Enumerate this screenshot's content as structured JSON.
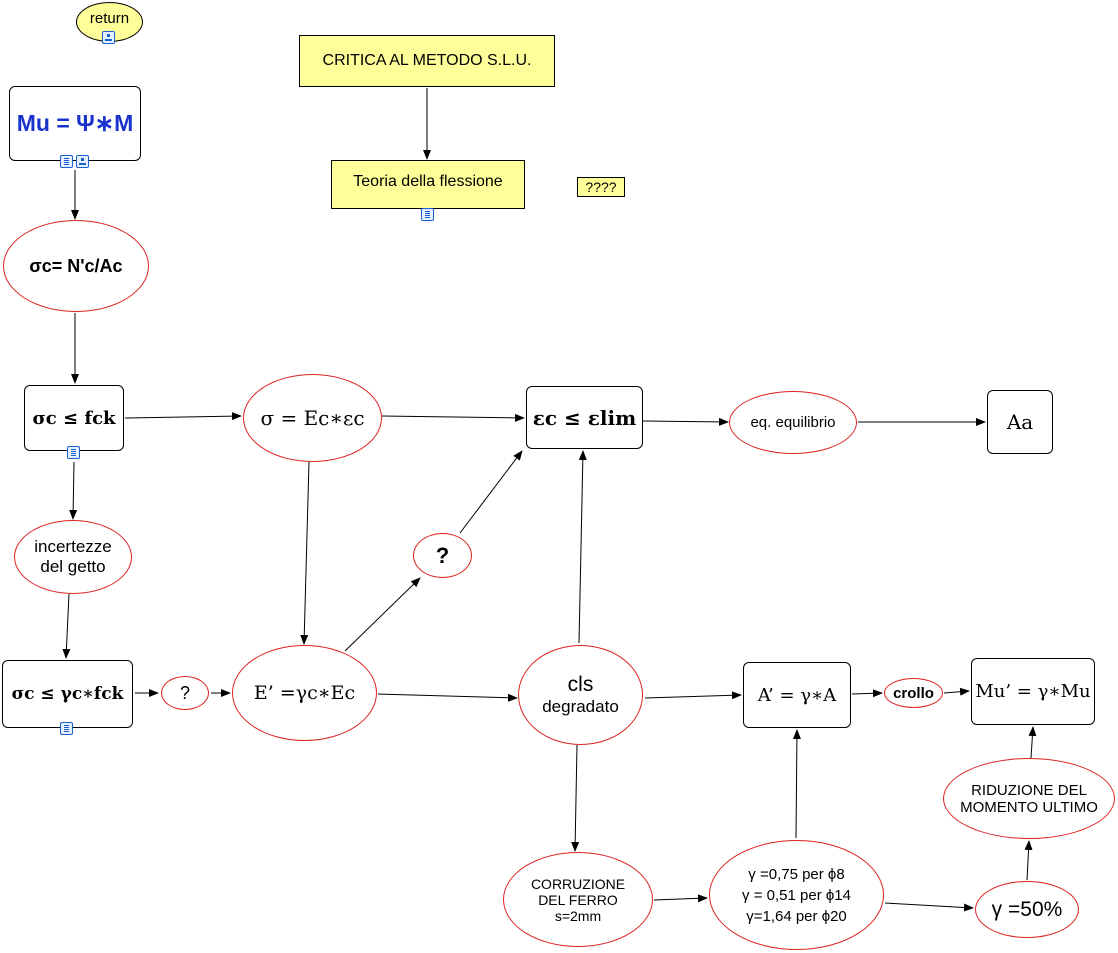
{
  "nodes": {
    "return": "return",
    "critica": "CRITICA AL METODO S.L.U.",
    "teoria": "Teoria della flessione",
    "question4": "????",
    "mu_main": "Mu = Ψ∗M",
    "sigma_c": "σc= N'c/Ac",
    "sigma_fck": "σc ≤ fck",
    "sigma_E": "σ = Ec∗εc",
    "eps_lim": "εc ≤ εlim",
    "eq_equilibrio": "eq. equilibrio",
    "Aa": "Aa",
    "incertezze_1": "incertezze",
    "incertezze_2": "del getto",
    "question_mid": "?",
    "sigma_gamma": "σc ≤ γc∗fck",
    "question_left": "?",
    "E_prime": "E’ =γc∗Ec",
    "cls_1": "cls",
    "cls_2": "degradato",
    "A_prime": "A’ = γ∗A",
    "crollo": "crollo",
    "Mu_prime": "Mu’ = γ∗Mu",
    "riduzione_1": "RIDUZIONE DEL",
    "riduzione_2": "MOMENTO ULTIMO",
    "corruzione_1": "CORRUZIONE",
    "corruzione_2": "DEL FERRO",
    "corruzione_3": "s=2mm",
    "gamma_1": "γ =0,75 per ϕ8",
    "gamma_2": "γ = 0,51 per ϕ14",
    "gamma_3": "γ=1,64 per ϕ20",
    "gamma50": "γ =50%"
  },
  "colors": {
    "yellow_fill": "#ffff99",
    "oval_border": "#dd2222",
    "blue_text": "#1a33cc",
    "badge": "#1a5fd0"
  },
  "icons": [
    "map-icon",
    "document-icon"
  ]
}
